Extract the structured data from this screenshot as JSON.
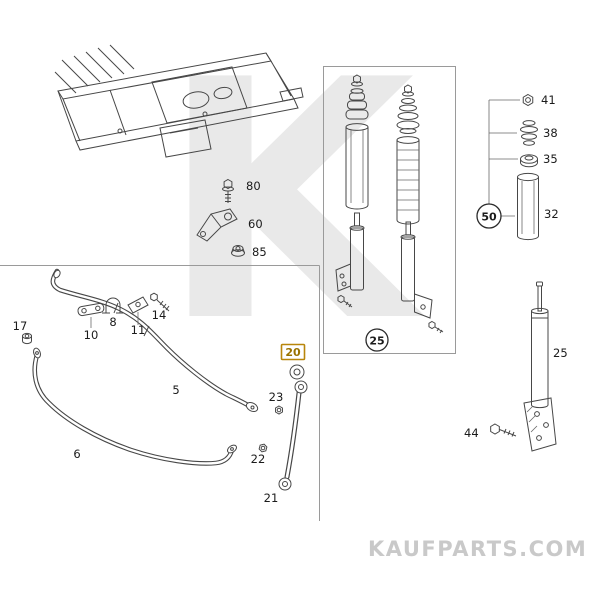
{
  "watermark": {
    "letter": "K",
    "site": "KAUFPARTS.COM"
  },
  "colors": {
    "line_art": "#474747",
    "divider": "#9a9a9a",
    "watermark_letter": "#e9e9e9",
    "watermark_site": "#c9c9c9",
    "highlight_box": "#b8860b",
    "label_text": "#1b1b1b"
  },
  "frame_group": {
    "bolt80": "80",
    "bracket60": "60",
    "nut85": "85"
  },
  "stabilizer_group": {
    "nut17": "17",
    "plate10": "10",
    "clamp8": "8",
    "bracket11": "11",
    "screw14": "14",
    "bar5": "5",
    "bar6": "6",
    "ring20": "20",
    "nut23": "23",
    "nut22": "22",
    "link21": "21"
  },
  "shock_panel": {
    "circle25": "25"
  },
  "strut_group": {
    "nut41": "41",
    "boot38": "38",
    "cap35": "35",
    "cover32": "32",
    "circle50": "50",
    "strut25": "25",
    "bolt44": "44"
  }
}
